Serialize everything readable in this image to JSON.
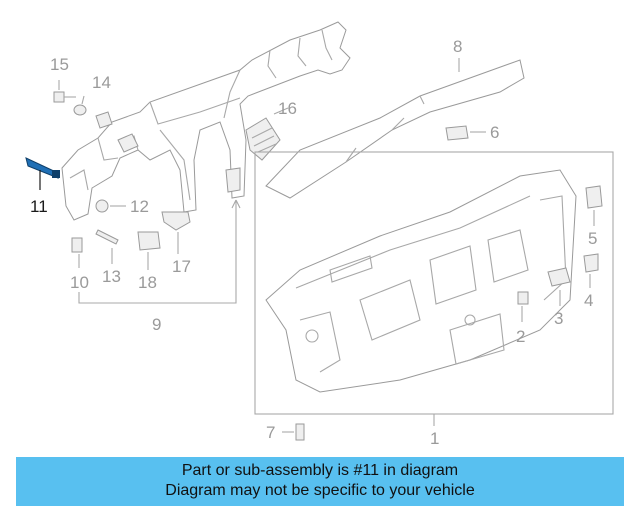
{
  "callouts": {
    "c1": "1",
    "c2": "2",
    "c3": "3",
    "c4": "4",
    "c5": "5",
    "c6": "6",
    "c7": "7",
    "c8": "8",
    "c9": "9",
    "c10": "10",
    "c11": "11",
    "c12": "12",
    "c13": "13",
    "c14": "14",
    "c15": "15",
    "c16": "16",
    "c17": "17",
    "c18": "18"
  },
  "highlighted_part": "11",
  "colors": {
    "banner": "#58c0f0",
    "highlight": "#1f6fb5",
    "line": "#a8a8a8"
  },
  "banner": {
    "line1": "Part or sub-assembly is #11 in diagram",
    "line2": "Diagram may not be specific to your vehicle"
  }
}
